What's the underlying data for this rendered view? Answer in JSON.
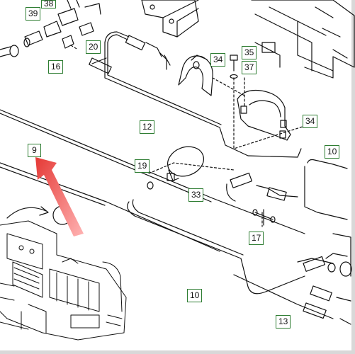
{
  "diagram": {
    "callouts": [
      {
        "id": "c39",
        "label": "39"
      },
      {
        "id": "c38",
        "label": "38"
      },
      {
        "id": "c20",
        "label": "20"
      },
      {
        "id": "c16",
        "label": "16"
      },
      {
        "id": "c34a",
        "label": "34"
      },
      {
        "id": "c35",
        "label": "35"
      },
      {
        "id": "c37",
        "label": "37"
      },
      {
        "id": "c12",
        "label": "12"
      },
      {
        "id": "c34b",
        "label": "34"
      },
      {
        "id": "c9",
        "label": "9"
      },
      {
        "id": "c10a",
        "label": "10"
      },
      {
        "id": "c19",
        "label": "19"
      },
      {
        "id": "c33",
        "label": "33"
      },
      {
        "id": "c17",
        "label": "17"
      },
      {
        "id": "c10b",
        "label": "10"
      },
      {
        "id": "c13",
        "label": "13"
      }
    ],
    "rotation_marker": "A",
    "colors": {
      "callout_border": "#2e7d32",
      "arrow": "#e53935",
      "line": "#111111"
    }
  }
}
